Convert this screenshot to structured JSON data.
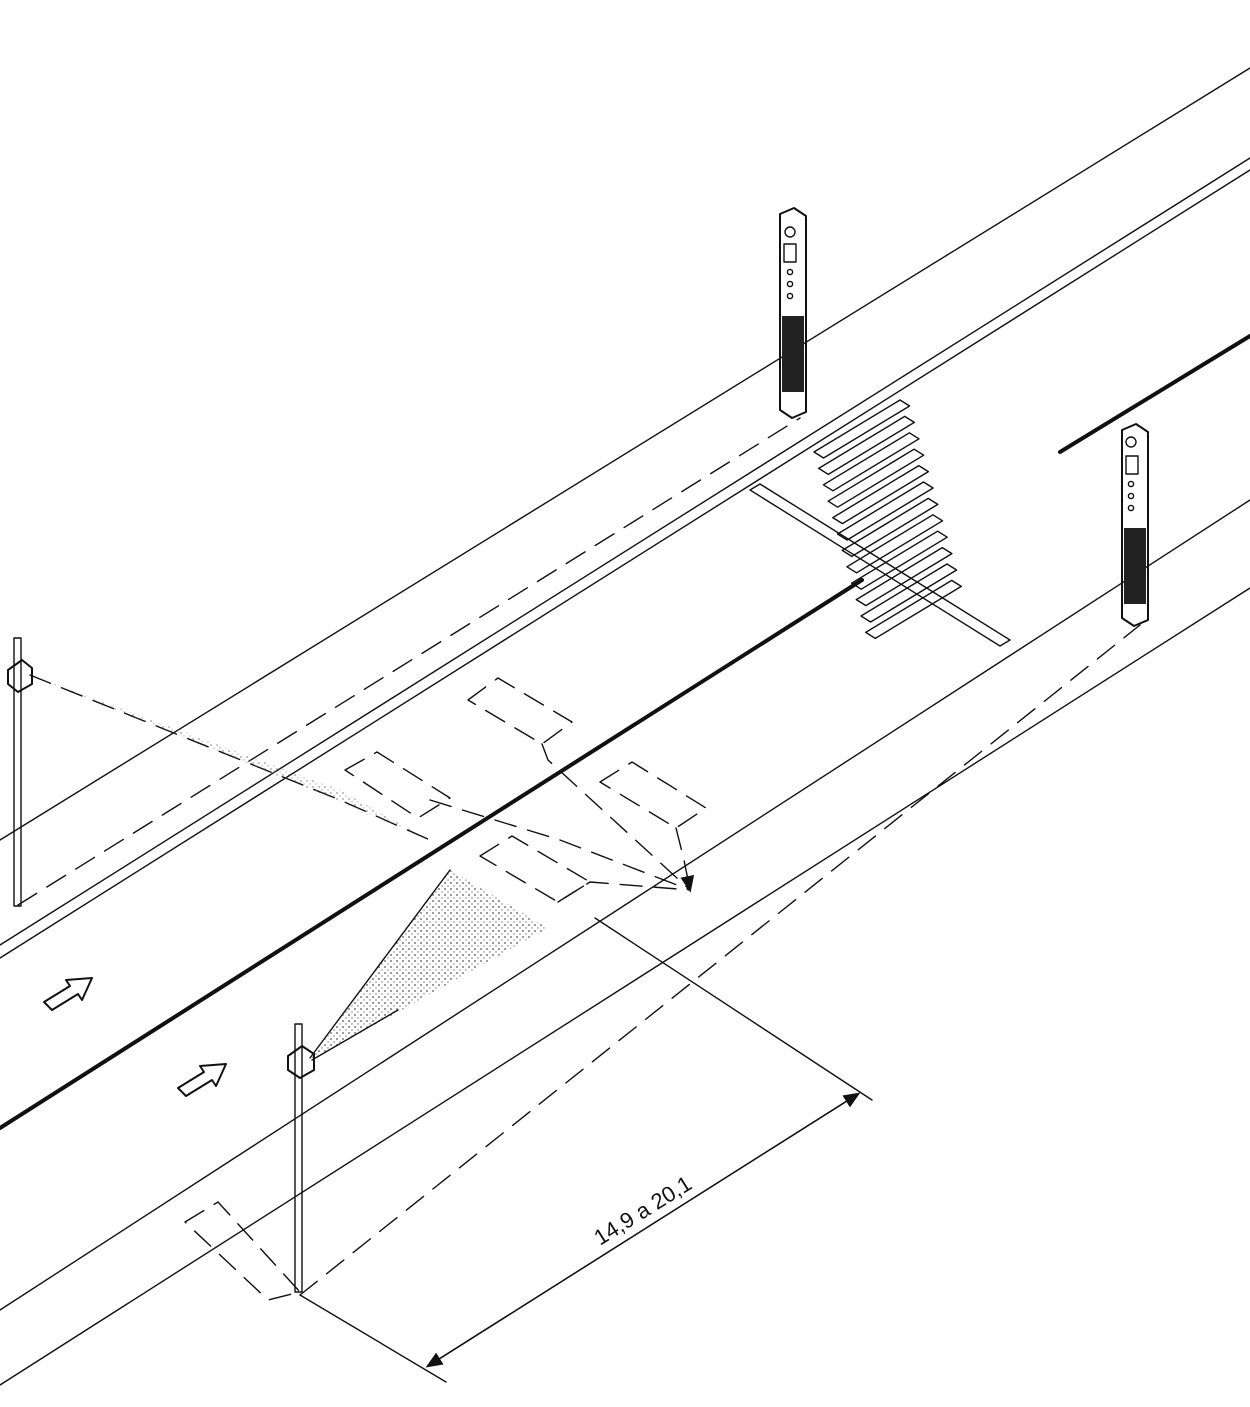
{
  "dimension": {
    "label": "14,9 a 20,1"
  },
  "colors": {
    "ink": "#111111",
    "background": "#ffffff",
    "detection_fill": "#bdbdbd"
  },
  "icons": {
    "arrow": "hollow-arrow",
    "detector": "pole-mounted-sensor",
    "push_button_post": "pedestrian-push-button-post"
  }
}
